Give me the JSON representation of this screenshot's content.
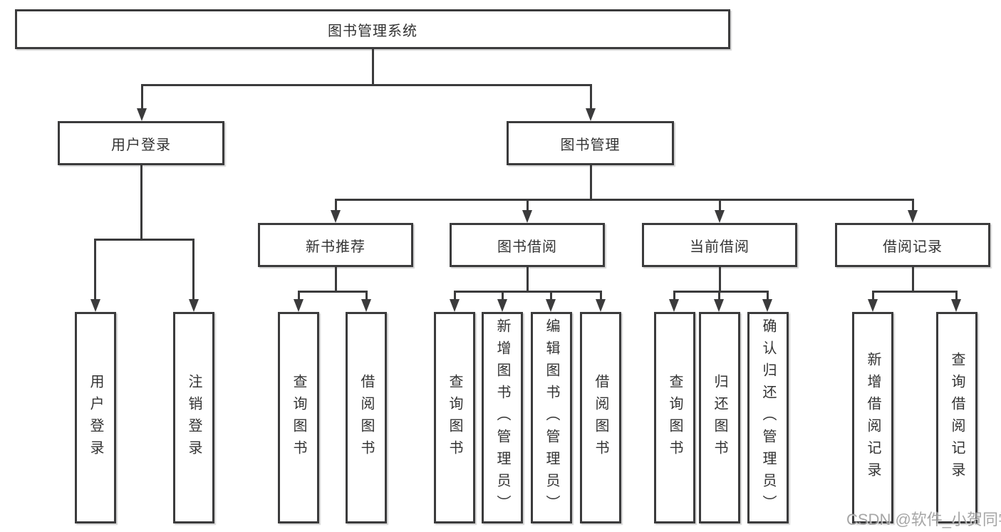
{
  "diagram_title": "图书管理系统",
  "tree": {
    "label": "图书管理系统",
    "children": [
      {
        "label": "用户登录",
        "children": [
          {
            "label": "用户登录"
          },
          {
            "label": "注销登录"
          }
        ]
      },
      {
        "label": "图书管理",
        "children": [
          {
            "label": "新书推荐",
            "children": [
              {
                "label": "查询图书"
              },
              {
                "label": "借阅图书"
              }
            ]
          },
          {
            "label": "图书借阅",
            "children": [
              {
                "label": "查询图书"
              },
              {
                "label": "新增图书（管理员）"
              },
              {
                "label": "编辑图书（管理员）"
              },
              {
                "label": "借阅图书"
              }
            ]
          },
          {
            "label": "当前借阅",
            "children": [
              {
                "label": "查询图书"
              },
              {
                "label": "归还图书"
              },
              {
                "label": "确认归还（管理员）"
              }
            ]
          },
          {
            "label": "借阅记录",
            "children": [
              {
                "label": "新增借阅记录"
              },
              {
                "label": "查询借阅记录"
              }
            ]
          }
        ]
      }
    ]
  },
  "watermark": {
    "text": "CSDN @软件_小贺同学"
  },
  "colors": {
    "line": "#3b3b3c",
    "text": "#333333",
    "background": "#ffffff",
    "watermark": "#969696"
  }
}
